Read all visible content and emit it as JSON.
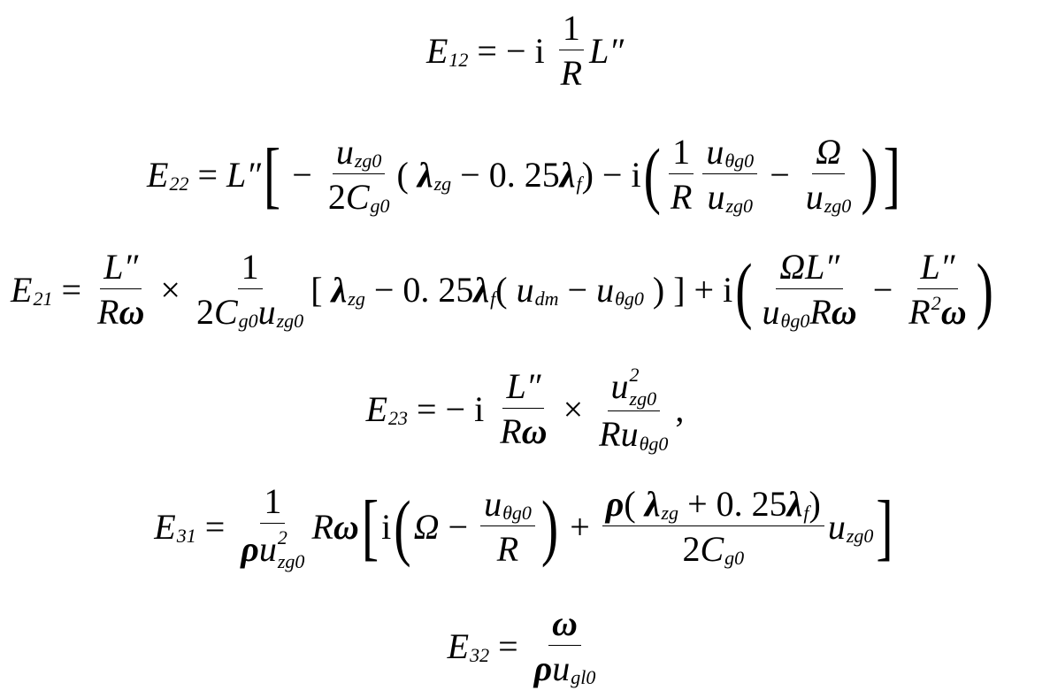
{
  "equations": [
    {
      "id": "E12",
      "nodes": [
        {
          "v": "E",
          "sub": "12"
        },
        " = − i ",
        {
          "f": [
            [
              "1"
            ],
            [
              {
                "v": "R"
              }
            ]
          ]
        },
        {
          "v": "L″"
        }
      ]
    },
    {
      "id": "E22",
      "nodes": [
        {
          "v": "E",
          "sub": "22"
        },
        " = ",
        {
          "v": "L″"
        },
        {
          "b": "["
        },
        " − ",
        {
          "f": [
            [
              {
                "v": "u",
                "sub": "zg0"
              }
            ],
            [
              "2",
              {
                "v": "C",
                "sub": "g0"
              }
            ]
          ]
        },
        "( ",
        {
          "v": "λ",
          "g": 1,
          "sub": "zg"
        },
        " − 0. 25",
        {
          "v": "λ",
          "g": 1,
          "sub": "f"
        },
        ") − i",
        {
          "b": "("
        },
        {
          "f": [
            [
              "1"
            ],
            [
              {
                "v": "R"
              }
            ]
          ]
        },
        {
          "f": [
            [
              {
                "v": "u",
                "sub": "θg0"
              }
            ],
            [
              {
                "v": "u",
                "sub": "zg0"
              }
            ]
          ]
        },
        " − ",
        {
          "f": [
            [
              {
                "v": "Ω"
              }
            ],
            [
              {
                "v": "u",
                "sub": "zg0"
              }
            ]
          ]
        },
        {
          "b": ")"
        },
        {
          "b": "]"
        }
      ]
    },
    {
      "id": "E21",
      "nodes": [
        {
          "v": "E",
          "sub": "21"
        },
        " = ",
        {
          "f": [
            [
              {
                "v": "L″"
              }
            ],
            [
              {
                "v": "R"
              },
              {
                "v": "ω",
                "g": 1
              }
            ]
          ]
        },
        " × ",
        {
          "f": [
            [
              "1"
            ],
            [
              "2",
              {
                "v": "C",
                "sub": "g0"
              },
              {
                "v": "u",
                "sub": "zg0"
              }
            ]
          ]
        },
        "[ ",
        {
          "v": "λ",
          "g": 1,
          "sub": "zg"
        },
        " − 0. 25",
        {
          "v": "λ",
          "g": 1,
          "sub": "f"
        },
        "( ",
        {
          "v": "u",
          "sub": "dm"
        },
        " − ",
        {
          "v": "u",
          "sub": "θg0"
        },
        " ) ] + i",
        {
          "b": "("
        },
        {
          "f": [
            [
              {
                "v": "Ω"
              },
              {
                "v": "L″"
              }
            ],
            [
              {
                "v": "u",
                "sub": "θg0"
              },
              {
                "v": "R"
              },
              {
                "v": "ω",
                "g": 1
              }
            ]
          ]
        },
        " − ",
        {
          "f": [
            [
              {
                "v": "L″"
              }
            ],
            [
              {
                "v": "R",
                "sup": "2"
              },
              {
                "v": "ω",
                "g": 1
              }
            ]
          ]
        },
        {
          "b": ")"
        }
      ]
    },
    {
      "id": "E23",
      "nodes": [
        {
          "v": "E",
          "sub": "23"
        },
        " = − i ",
        {
          "f": [
            [
              {
                "v": "L″"
              }
            ],
            [
              {
                "v": "R"
              },
              {
                "v": "ω",
                "g": 1
              }
            ]
          ]
        },
        " × ",
        {
          "f": [
            [
              {
                "v": "u",
                "sub": "zg0",
                "sup": "2"
              }
            ],
            [
              {
                "v": "R"
              },
              {
                "v": "u",
                "sub": "θg0"
              }
            ]
          ]
        },
        ","
      ]
    },
    {
      "id": "E31",
      "nodes": [
        {
          "v": "E",
          "sub": "31"
        },
        " = ",
        {
          "f": [
            [
              "1"
            ],
            [
              {
                "v": "ρ",
                "g": 1
              },
              {
                "v": "u",
                "sub": "zg0",
                "sup": "2"
              }
            ]
          ]
        },
        {
          "v": "R"
        },
        {
          "v": "ω",
          "g": 1
        },
        {
          "b": "["
        },
        "i",
        {
          "b": "("
        },
        {
          "v": "Ω"
        },
        " − ",
        {
          "f": [
            [
              {
                "v": "u",
                "sub": "θg0"
              }
            ],
            [
              {
                "v": "R"
              }
            ]
          ]
        },
        {
          "b": ")"
        },
        " + ",
        {
          "f": [
            [
              {
                "v": "ρ",
                "g": 1
              },
              "( ",
              {
                "v": "λ",
                "g": 1,
                "sub": "zg"
              },
              " + 0. 25",
              {
                "v": "λ",
                "g": 1,
                "sub": "f"
              },
              ")"
            ],
            [
              "2",
              {
                "v": "C",
                "sub": "g0"
              }
            ]
          ]
        },
        {
          "v": "u",
          "sub": "zg0"
        },
        {
          "b": "]"
        }
      ]
    },
    {
      "id": "E32",
      "nodes": [
        {
          "v": "E",
          "sub": "32"
        },
        " = ",
        {
          "f": [
            [
              {
                "v": "ω",
                "g": 1
              }
            ],
            [
              {
                "v": "ρ",
                "g": 1
              },
              {
                "v": "u",
                "sub": "gl0"
              }
            ]
          ]
        }
      ]
    }
  ]
}
